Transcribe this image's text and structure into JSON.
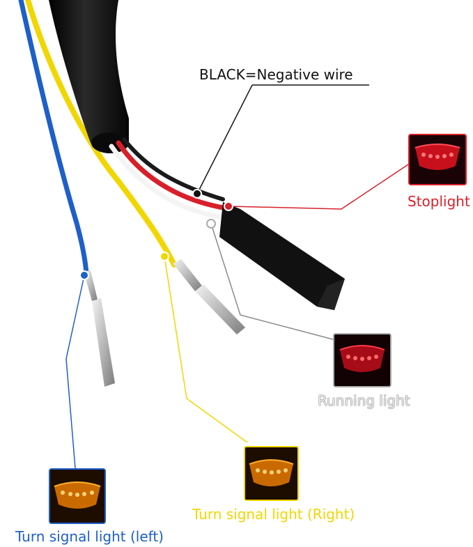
{
  "annotations": {
    "negative": "BLACK=Negative wire",
    "stoplight": "Stoplight",
    "running": "Running light",
    "turn_right": "Turn signal light (Right)",
    "turn_left": "Turn signal light (left)"
  },
  "colors": {
    "blue": "#1e5fc9",
    "yellow": "#f1d600",
    "red": "#d8202a",
    "black": "#111111",
    "white": "#ffffff",
    "amber": "#f39a1a",
    "grey": "#8a8a8a"
  },
  "icons": [
    "stoplight-lamp-icon",
    "running-light-lamp-icon",
    "turn-right-lamp-icon",
    "turn-left-lamp-icon"
  ]
}
